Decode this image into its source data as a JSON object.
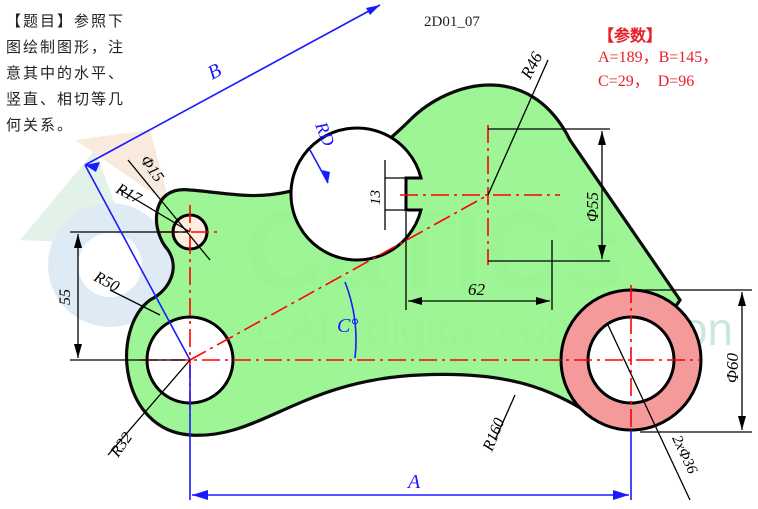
{
  "task": {
    "lines": [
      "【题目】参照下",
      "图绘制图形，注",
      "意其中的水平、",
      "竖直、相切等几",
      "何关系。"
    ]
  },
  "drawing_code": "2D01_07",
  "params": {
    "title": "【参数】",
    "line1": "A=189，B=145，",
    "line2": "C=29，  D=96"
  },
  "dimensions": {
    "A": "A",
    "B": "B",
    "C": "C°",
    "RD": "RD",
    "R46": "R46",
    "phi15": "Φ15",
    "R17": "R17",
    "R50": "R50",
    "d55": "55",
    "R32": "R32",
    "d13": "13",
    "phi55": "Φ55",
    "d62": "62",
    "phi60": "Φ60",
    "R160": "R160",
    "phi36": "2xΦ36"
  },
  "watermark": {
    "brand": "CaTICs",
    "subtitle": "CAD digital competition"
  },
  "colors": {
    "fill_green": "#99f590",
    "fill_red": "#f59a9a",
    "dim_blue": "#1a1aff",
    "center_red": "#ff0000",
    "outline": "#000000"
  }
}
